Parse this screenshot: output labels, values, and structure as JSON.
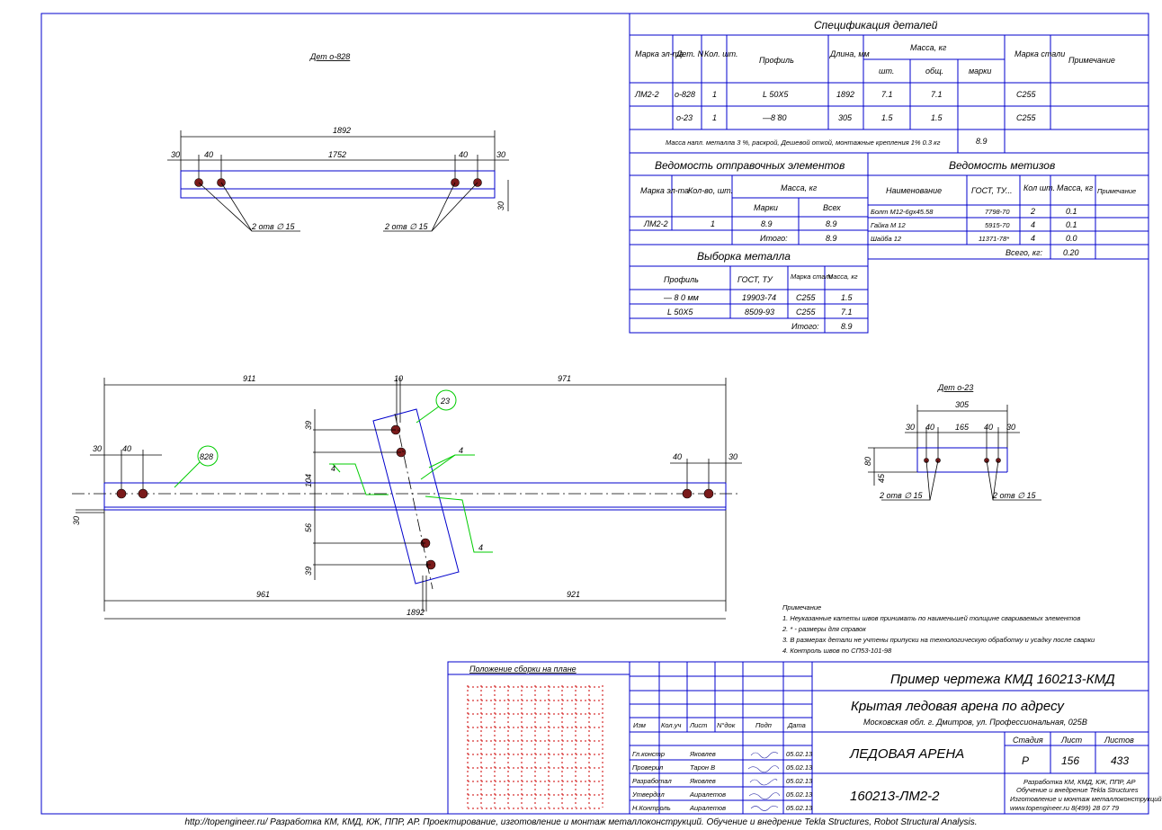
{
  "colors": {
    "frame": "#0000cc",
    "green": "#00cc00",
    "hole": "#7a1a1a",
    "grid": "#cc0000"
  },
  "views": {
    "det828": {
      "title": "Дет  о-828",
      "dims": {
        "total": "1892",
        "left": "30",
        "left2": "40",
        "mid": "1752",
        "right2": "40",
        "right": "30",
        "height": "30"
      },
      "holes_left": "2 отв ∅ 15",
      "holes_right": "2 отв ∅ 15"
    },
    "det23": {
      "title": "Дет  о-23",
      "dims": {
        "total": "305",
        "a": "30",
        "b": "40",
        "c": "165",
        "d": "40",
        "e": "30",
        "h": "80",
        "h2": "45"
      },
      "holes_left": "2 отв ∅ 15",
      "holes_right": "2 отв ∅ 15"
    },
    "assembly": {
      "dims": {
        "top_left": "911",
        "top_mid": "10",
        "top_right": "971",
        "left_a": "30",
        "left_b": "40",
        "right_a": "40",
        "right_b": "30",
        "v39a": "39",
        "v104": "104",
        "v56": "56",
        "v39b": "39",
        "v30": "30",
        "bot_left": "961",
        "bot_right": "921",
        "total": "1892"
      },
      "callout_828": "828",
      "callout_23": "23",
      "weld": "4"
    }
  },
  "spec": {
    "title": "Спецификация деталей",
    "headers": {
      "mark": "Марка эл-та",
      "det": "Дет. N",
      "qty": "Кол. шт.",
      "profile": "Профиль",
      "length": "Длина, мм",
      "mass": "Масса, кг",
      "mass_pc": "шт.",
      "mass_total": "общ.",
      "mass_mark": "марки",
      "steel": "Марка стали",
      "note": "Примечание"
    },
    "rows": [
      {
        "mark": "ЛМ2-2",
        "det": "о-828",
        "qty": "1",
        "profile": "L 50X5",
        "length": "1892",
        "pc": "7.1",
        "total": "7.1",
        "steel": "С255"
      },
      {
        "mark": "",
        "det": "о-23",
        "qty": "1",
        "profile": "—8 ̆80",
        "length": "305",
        "pc": "1.5",
        "total": "1.5",
        "steel": "С255"
      }
    ],
    "footer": "Масса напл. металла 3 %, раскрой, Дешевой откой, монтажные крепления 1%   0.3 кг",
    "footer_mass": "8.9"
  },
  "shipping": {
    "title": "Ведомость отправочных элементов",
    "headers": {
      "mark": "Марка эл-та",
      "qty": "Кол-во, шт.",
      "mass": "Масса, кг",
      "mass_mark": "Марки",
      "mass_all": "Всех"
    },
    "row": {
      "mark": "ЛМ2-2",
      "qty": "1",
      "mass_mark": "8.9",
      "mass_all": "8.9"
    },
    "total_label": "Итого:",
    "total": "8.9"
  },
  "hardware": {
    "title": "Ведомость метизов",
    "headers": {
      "name": "Наименование",
      "gost": "ГОСТ, ТУ...",
      "qty": "Кол шт.",
      "mass": "Масса, кг",
      "note": "Примечание"
    },
    "rows": [
      {
        "name": "Болт М12-6gх45.58",
        "gost": "7798-70",
        "qty": "2",
        "mass": "0.1"
      },
      {
        "name": "Гайка М 12",
        "gost": "5915-70",
        "qty": "4",
        "mass": "0.1"
      },
      {
        "name": "Шайба 12",
        "gost": "11371-78*",
        "qty": "4",
        "mass": "0.0"
      }
    ],
    "total_label": "Всего, кг:",
    "total": "0.20"
  },
  "metal": {
    "title": "Выборка металла",
    "headers": {
      "profile": "Профиль",
      "gost": "ГОСТ, ТУ",
      "steel": "Марка стали",
      "mass": "Масса, кг"
    },
    "rows": [
      {
        "profile": "— 8 0 мм",
        "gost": "19903-74",
        "steel": "С255",
        "mass": "1.5"
      },
      {
        "profile": "L 50X5",
        "gost": "8509-93",
        "steel": "С255",
        "mass": "7.1"
      }
    ],
    "total_label": "Итого:",
    "total": "8.9"
  },
  "notes": {
    "title": "Примечание",
    "items": [
      "1. Неуказанные катеты швов принимать по наименьшей толщине свариваемых элементов",
      "2. * - размеры для справок",
      "3. В размерах детали не учтены припуски на технологическую обработку и усадку после сварки",
      "4. Контроль швов по СП53-101-98"
    ]
  },
  "titleblock": {
    "plan_title": "Положение сборки на плане",
    "cols": {
      "izm": "Изм",
      "kol": "Кол.уч",
      "list": "Лист",
      "ndoc": "N°док",
      "sign": "Подп",
      "date": "Дата"
    },
    "people": [
      {
        "role": "Гл.констр",
        "name": "Яковлев",
        "date": "05.02.13"
      },
      {
        "role": "Проверил",
        "name": "Тарон В",
        "date": "05.02.13"
      },
      {
        "role": "Разработал",
        "name": "Яковлев",
        "date": "05.02.13"
      },
      {
        "role": "Утвердил",
        "name": "Аиралетов",
        "date": "05.02.13"
      },
      {
        "role": "Н.Контроль",
        "name": "Аиралетов",
        "date": "05.02.13"
      }
    ],
    "doc_title": "Пример чертежа КМД  160213-КМД",
    "object": "Крытая ледовая арена по адресу",
    "address": "Московская обл. г. Дмитров, ул. Профессиональная, 025В",
    "name": "ЛЕДОВАЯ АРЕНА",
    "mark": "160213-ЛМ2-2",
    "stage_label": "Стадия",
    "sheet_label": "Лист",
    "sheets_label": "Листов",
    "stage": "Р",
    "sheet": "156",
    "sheets": "433",
    "org": [
      "Разработка КМ, КМД, КЖ, ППР, АР",
      "Обучение и внедрение Tekla Structures",
      "Изготовление и монтаж металлоконструкций",
      "www.topengineer.ru       8(499) 28 07 79"
    ]
  },
  "bottom_text": "http://topengineer.ru/   Разработка КМ, КМД, КЖ, ППР, АР. Проектирование, изготовление и монтаж металлоконструкций. Обучение и внедрение Tekla Structures, Robot Structural Analysis."
}
